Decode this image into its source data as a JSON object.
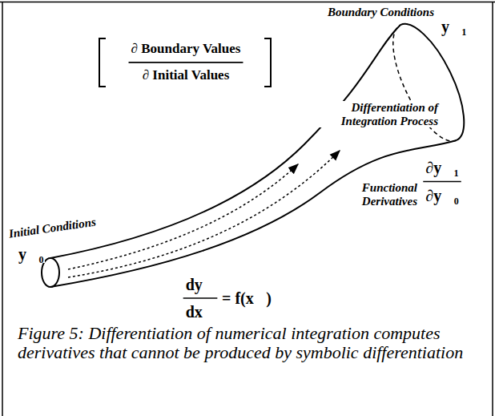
{
  "diagram": {
    "caption": "Figure 5: Differentiation of numerical integration computes derivatives that cannot be produced by symbolic differentiation",
    "labels": [
      "Boundary Conditions",
      "y⃗₁",
      "∂ Boundary Values",
      "∂ Initial Values",
      "Differentiation of Integration Process",
      "∂y⃗₁",
      "∂y⃗₀",
      "Functional Derivatives",
      "Initial Conditions",
      "y⃗₀",
      "dy⃗",
      "dx⃗",
      "= f(x⃗)"
    ]
  }
}
